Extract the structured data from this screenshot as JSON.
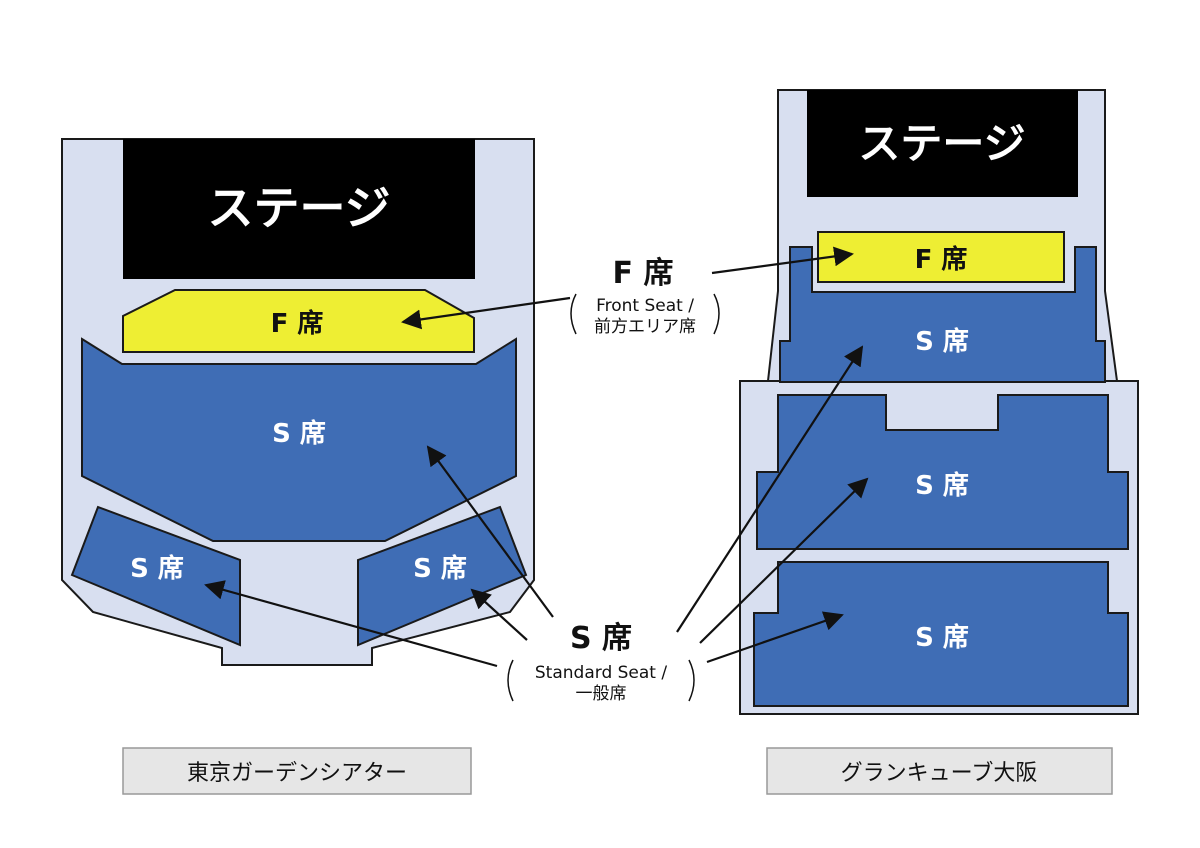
{
  "colors": {
    "venue_fill": "#d8dff0",
    "outline": "#1a1a1a",
    "stage": "#000000",
    "front_seat": "#eeee33",
    "standard_seat": "#3f6db5",
    "label_box": "#e6e6e6"
  },
  "left_venue": {
    "name": "東京ガーデンシアター",
    "stage": "ステージ",
    "front_seat": "F 席",
    "main_block": "S 席",
    "left_block": "S 席",
    "right_block": "S 席"
  },
  "right_venue": {
    "name": "グランキューブ大阪",
    "stage": "ステージ",
    "front_seat": "F 席",
    "upper_block": "S 席",
    "middle_block": "S 席",
    "lower_block": "S 席"
  },
  "legend": {
    "front": {
      "title": "F 席",
      "line1": "Front Seat /",
      "line2": "前方エリア席"
    },
    "standard": {
      "title": "S 席",
      "line1": "Standard Seat /",
      "line2": "一般席"
    }
  }
}
